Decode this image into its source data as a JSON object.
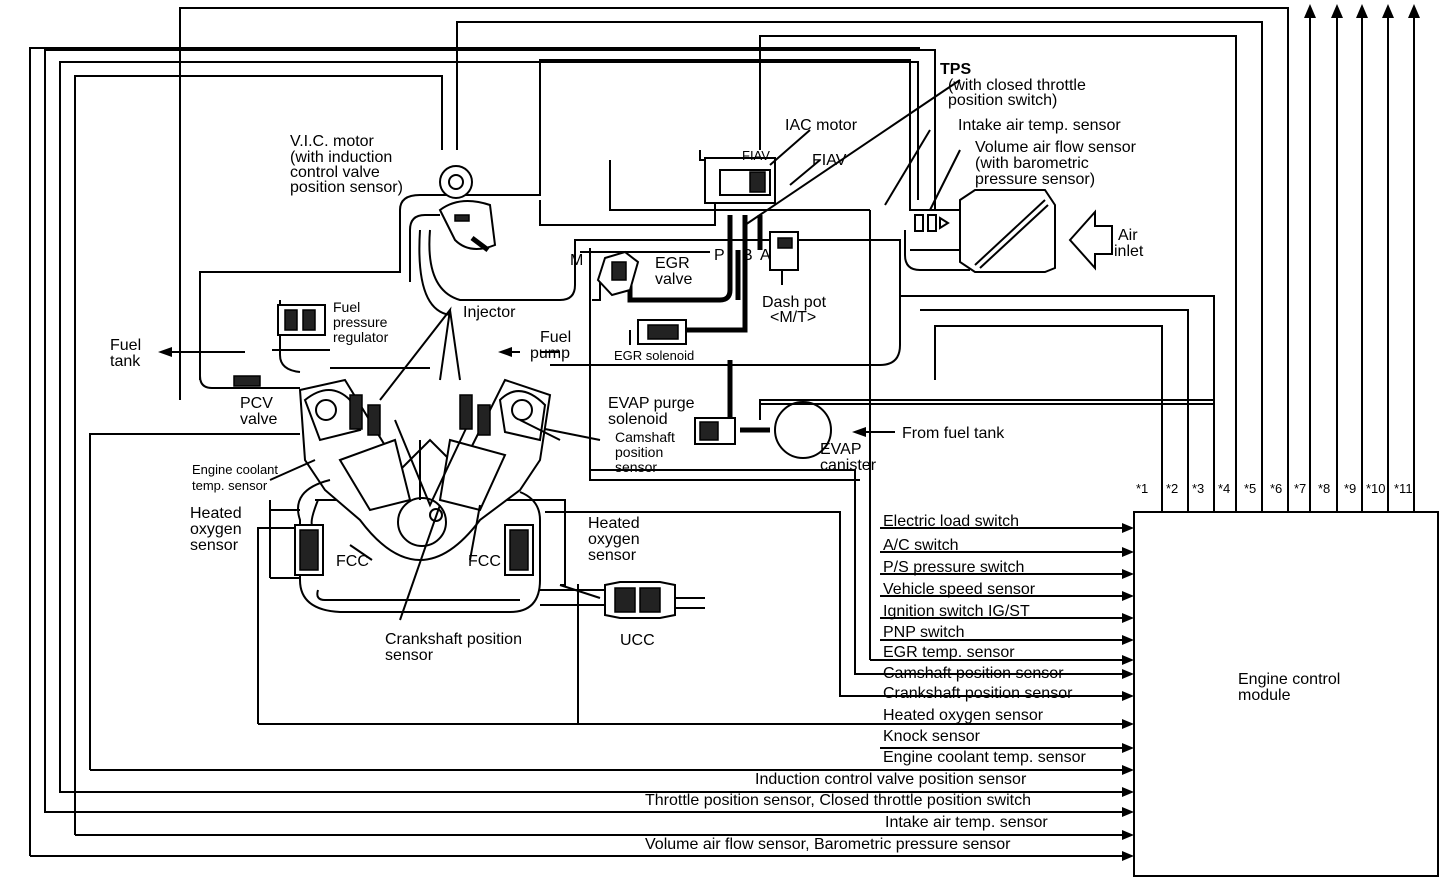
{
  "components": {
    "tps": [
      "TPS",
      "(with closed throttle",
      "position switch)"
    ],
    "iac_motor": "IAC motor",
    "fiav": "FIAV",
    "intake_air_temp": "Intake air temp. sensor",
    "vaf_sensor": [
      "Volume air flow sensor",
      "(with barometric",
      "pressure sensor)"
    ],
    "air_inlet": [
      "Air",
      "inlet"
    ],
    "vic_motor": [
      "V.I.C. motor",
      "(with induction",
      "control valve",
      "position sensor)"
    ],
    "egr_valve": [
      "EGR",
      "valve"
    ],
    "dash_pot": [
      "Dash pot",
      "<M/T>"
    ],
    "egr_solenoid": "EGR solenoid",
    "fuel_pressure_regulator": [
      "Fuel",
      "pressure",
      "regulator"
    ],
    "injector": "Injector",
    "fuel_pump": [
      "Fuel",
      "pump"
    ],
    "fuel_tank": [
      "Fuel",
      "tank"
    ],
    "pcv_valve": [
      "PCV",
      "valve"
    ],
    "evap_purge_solenoid": [
      "EVAP purge",
      "solenoid"
    ],
    "camshaft_sensor": [
      "Camshaft",
      "position",
      "sensor"
    ],
    "evap_canister": [
      "EVAP",
      "canister"
    ],
    "from_fuel_tank": "From fuel tank",
    "ect_sensor": [
      "Engine coolant",
      "temp. sensor"
    ],
    "heated_o2_left": [
      "Heated",
      "oxygen",
      "sensor"
    ],
    "heated_o2_right": [
      "Heated",
      "oxygen",
      "sensor"
    ],
    "fcc_left": "FCC",
    "fcc_right": "FCC",
    "ucc": "UCC",
    "crankshaft_sensor": [
      "Crankshaft position",
      "sensor"
    ],
    "port_m": "M",
    "port_p": "P",
    "port_a": "A",
    "port_b": "B",
    "fiav_box": "FIAV"
  },
  "ecm": {
    "label": [
      "Engine control",
      "module"
    ],
    "outputs": [
      "*1",
      "*2",
      "*3",
      "*4",
      "*5",
      "*6",
      "*7",
      "*8",
      "*9",
      "*10",
      "*11"
    ],
    "inputs": [
      "Electric load switch",
      "A/C switch",
      "P/S pressure switch",
      "Vehicle speed sensor",
      "Ignition switch IG/ST",
      "PNP switch",
      "EGR temp. sensor",
      "Camshaft position sensor",
      "Crankshaft position sensor",
      "Heated oxygen sensor",
      "Knock sensor",
      "Engine coolant temp. sensor",
      "Induction control valve position sensor",
      "Throttle position sensor, Closed throttle position switch",
      "Intake air temp. sensor",
      "Volume air flow sensor, Barometric pressure sensor"
    ]
  }
}
